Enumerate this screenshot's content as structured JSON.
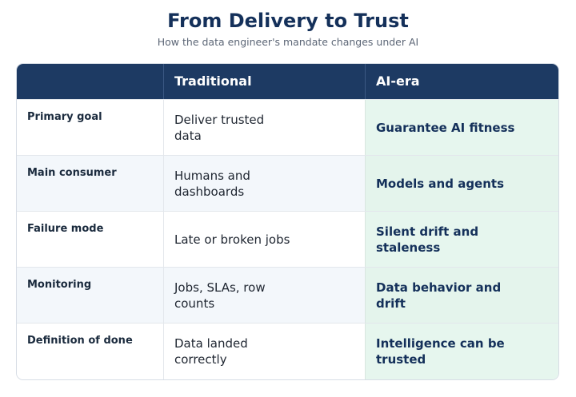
{
  "title": "From Delivery to Trust",
  "subtitle": "How the data engineer's mandate changes under AI",
  "table": {
    "headers": [
      "",
      "Traditional",
      "AI-era"
    ],
    "rows": [
      {
        "label": "Primary goal",
        "traditional": "Deliver trusted data",
        "ai": "Guarantee AI fitness"
      },
      {
        "label": "Main consumer",
        "traditional": "Humans and dashboards",
        "ai": "Models and agents"
      },
      {
        "label": "Failure mode",
        "traditional": "Late or broken jobs",
        "ai": "Silent drift and staleness"
      },
      {
        "label": "Monitoring",
        "traditional": "Jobs, SLAs, row counts",
        "ai": "Data behavior and drift"
      },
      {
        "label": "Definition of done",
        "traditional": "Data landed correctly",
        "ai": "Intelligence can be trusted"
      }
    ]
  },
  "colors": {
    "header_bg": "#1d3a63",
    "title": "#14305a",
    "ai_column_bg": "#e6f6ee",
    "alt_row_bg": "#f3f7fb"
  }
}
